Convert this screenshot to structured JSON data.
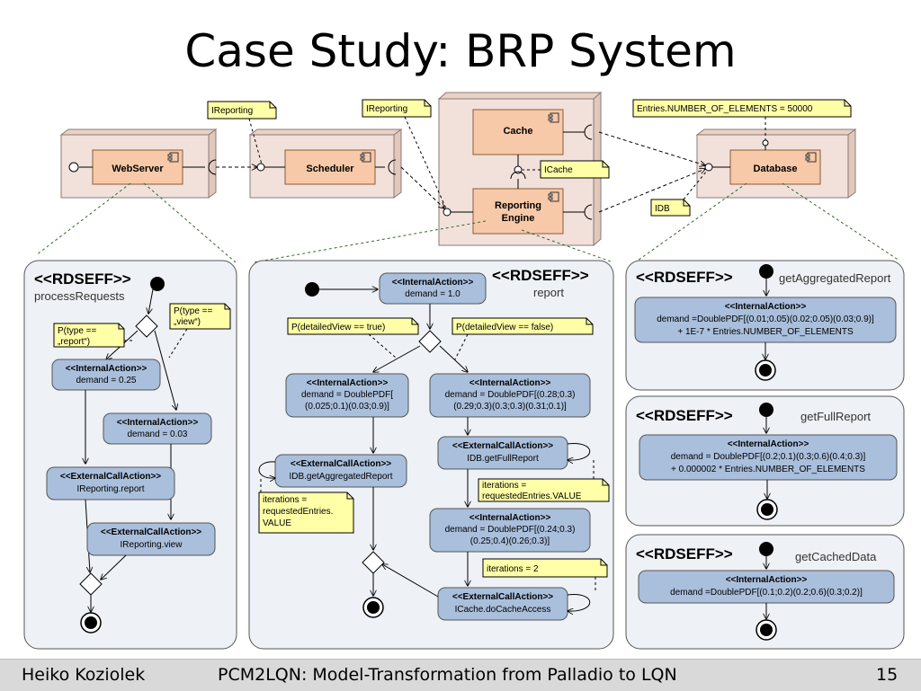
{
  "slide": {
    "title": "Case Study: BRP System",
    "footer": {
      "author": "Heiko Koziolek",
      "talk": "PCM2LQN: Model-Transformation from Palladio to LQN",
      "page": "15"
    }
  },
  "components": {
    "webserver": "WebServer",
    "scheduler": "Scheduler",
    "cache": "Cache",
    "reporting_engine_1": "Reporting",
    "reporting_engine_2": "Engine",
    "database": "Database"
  },
  "notes": {
    "ireporting_1": "IReporting",
    "ireporting_2": "IReporting",
    "icache": "ICache",
    "idb": "IDB",
    "entries": "Entries.NUMBER_OF_ELEMENTS = 50000"
  },
  "seff_process": {
    "header": "<<RDSEFF>>",
    "name": "processRequests",
    "note_report_1": "P(type ==",
    "note_report_2": "„report“)",
    "note_view_1": "P(type ==",
    "note_view_2": "„view“)",
    "ia1_stereo": "<<InternalAction>>",
    "ia1_demand": "demand = 0.25",
    "ia2_stereo": "<<InternalAction>>",
    "ia2_demand": "demand = 0.03",
    "eca1_stereo": "<<ExternalCallAction>>",
    "eca1_call": "IReporting.report",
    "eca2_stereo": "<<ExternalCallAction>>",
    "eca2_call": "IReporting.view"
  },
  "seff_report": {
    "header": "<<RDSEFF>>",
    "name": "report",
    "ia0_stereo": "<<InternalAction>>",
    "ia0_demand": "demand = 1.0",
    "note_true": "P(detailedView == true)",
    "note_false": "P(detailedView == false)",
    "ia1_stereo": "<<InternalAction>>",
    "ia1_l1": "demand = DoublePDF[",
    "ia1_l2": "(0.025;0.1)(0.03;0.9)]",
    "ia2_stereo": "<<InternalAction>>",
    "ia2_l1": "demand = DoublePDF[(0.28;0.3)",
    "ia2_l2": "(0.29;0.3)(0.3;0.3)(0.31;0.1)]",
    "eca1_stereo": "<<ExternalCallAction>>",
    "eca1_call": "IDB.getAggregatedReport",
    "eca2_stereo": "<<ExternalCallAction>>",
    "eca2_call": "IDB.getFullReport",
    "iter1_l1": "iterations =",
    "iter1_l2": "requestedEntries.",
    "iter1_l3": "VALUE",
    "iter2_l1": "iterations =",
    "iter2_l2": "requestedEntries.VALUE",
    "ia3_stereo": "<<InternalAction>>",
    "ia3_l1": "demand = DoublePDF[(0.24;0.3)",
    "ia3_l2": "(0.25;0.4)(0.26;0.3)]",
    "iter3": "iterations = 2",
    "eca3_stereo": "<<ExternalCallAction>>",
    "eca3_call": "ICache.doCacheAccess"
  },
  "seff_aggregated": {
    "header": "<<RDSEFF>>",
    "name": "getAggregatedReport",
    "ia_stereo": "<<InternalAction>>",
    "ia_l1": "demand =DoublePDF[(0.01;0.05)(0.02;0.05)(0.03;0.9)]",
    "ia_l2": "+ 1E-7 * Entries.NUMBER_OF_ELEMENTS"
  },
  "seff_full": {
    "header": "<<RDSEFF>>",
    "name": "getFullReport",
    "ia_stereo": "<<InternalAction>>",
    "ia_l1": "demand = DoublePDF[(0.2;0.1)(0.3;0.6)(0.4;0.3)]",
    "ia_l2": "+ 0.000002 * Entries.NUMBER_OF_ELEMENTS"
  },
  "seff_cached": {
    "header": "<<RDSEFF>>",
    "name": "getCachedData",
    "ia_stereo": "<<InternalAction>>",
    "ia_l1": "demand =DoublePDF[(0.1;0.2)(0.2;0.6)(0.3;0.2)]"
  },
  "colors": {
    "component_fill": "#f7c9a8",
    "container_fill": "#f2e1da",
    "action_fill": "#a9bfdc",
    "note_fill": "#ffffa8",
    "panel_fill": "#eef1f6"
  }
}
